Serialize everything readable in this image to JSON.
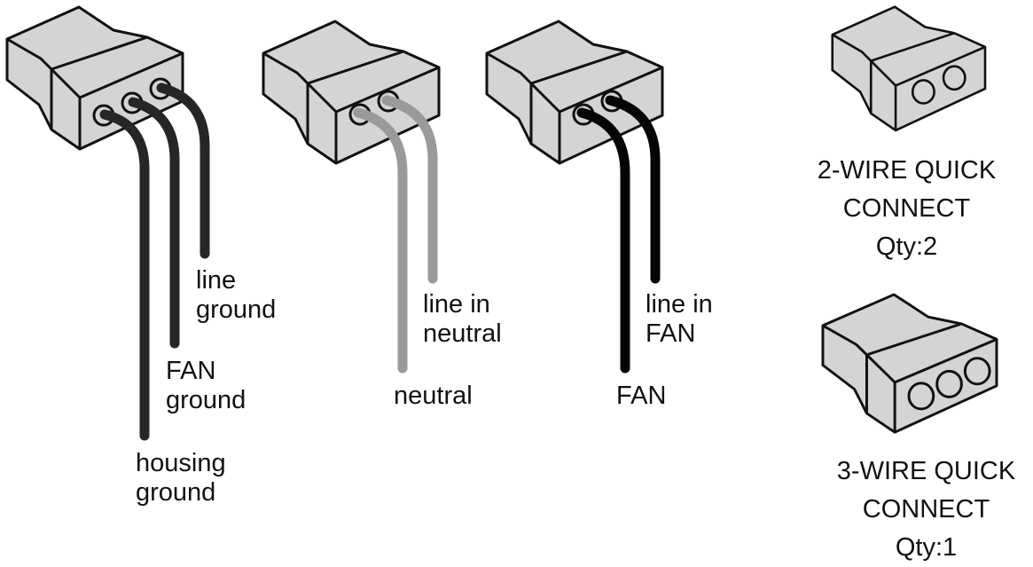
{
  "colors": {
    "connector_body": "#d4d4d4",
    "outline": "#111111",
    "ground_wire": "#262626",
    "neutral_wire": "#9a9a9a",
    "fan_wire": "#050505"
  },
  "groups": [
    {
      "name": "ground-connection",
      "connector": "3-wire",
      "labels": {
        "wire1": [
          "line",
          "ground"
        ],
        "wire2": [
          "FAN",
          "ground"
        ],
        "wire3": [
          "housing",
          "ground"
        ]
      }
    },
    {
      "name": "neutral-connection",
      "connector": "2-wire",
      "labels": {
        "wire1": [
          "line in",
          "neutral"
        ],
        "wire2": [
          "neutral"
        ]
      }
    },
    {
      "name": "fan-connection",
      "connector": "2-wire",
      "labels": {
        "wire1": [
          "line in",
          "FAN"
        ],
        "wire2": [
          "FAN"
        ]
      }
    }
  ],
  "parts": [
    {
      "title_line1": "2-WIRE QUICK",
      "title_line2": "CONNECT",
      "qty": "Qty:2"
    },
    {
      "title_line1": "3-WIRE QUICK",
      "title_line2": "CONNECT",
      "qty": "Qty:1"
    }
  ]
}
